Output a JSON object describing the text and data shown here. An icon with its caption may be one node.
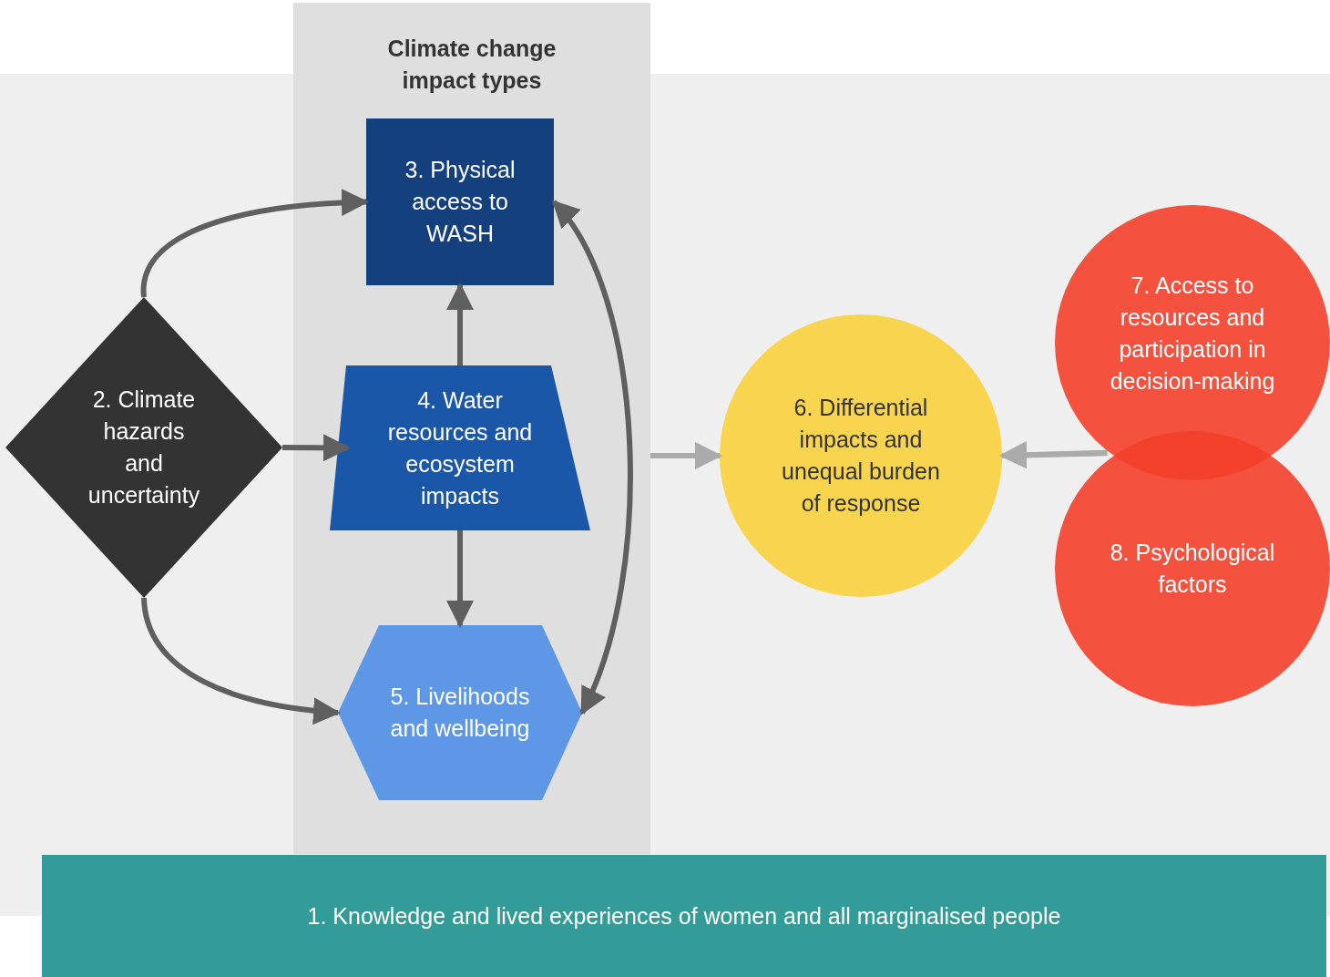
{
  "diagram": {
    "nodes": [
      {
        "text": [
          "Climate change impact types"
        ]
      },
      {
        "text": [
          "3. Physical access to WASH"
        ],
        "in": 0
      },
      {
        "text": [
          "4. Water resources and ecosystem impacts"
        ],
        "in": 0
      },
      {
        "text": [
          "5. Livelihoods and wellbeing"
        ],
        "in": 0
      },
      {
        "text": [
          "2. Climate hazards and uncertainty"
        ]
      },
      {
        "text": [
          "6. Differential impacts and unequal burden of response"
        ]
      },
      {
        "text": [
          "7. Access to resources and participation in decision-making"
        ]
      },
      {
        "text": [
          "8. Psychological factors"
        ]
      },
      {
        "text": [
          "1. Knowledge and lived experiences of women and all marginalised people"
        ]
      }
    ],
    "edges": [
      {
        "from": 4,
        "to": 1,
        "arrow": "to"
      },
      {
        "from": 4,
        "to": 2,
        "arrow": "to"
      },
      {
        "from": 4,
        "to": 3,
        "arrow": "to"
      },
      {
        "from": 2,
        "to": 1,
        "arrow": "to"
      },
      {
        "from": 2,
        "to": 3,
        "arrow": "to"
      },
      {
        "from": 1,
        "to": 3,
        "arrow": "both"
      },
      {
        "from": 0,
        "to": 5,
        "arrow": "to",
        "color": "#aaaaaa"
      },
      {
        "from": 6,
        "to": 5,
        "arrow": "to",
        "color": "#aaaaaa"
      },
      {
        "from": 7,
        "to": 5,
        "arrow": "to",
        "color": "#aaaaaa"
      }
    ]
  }
}
